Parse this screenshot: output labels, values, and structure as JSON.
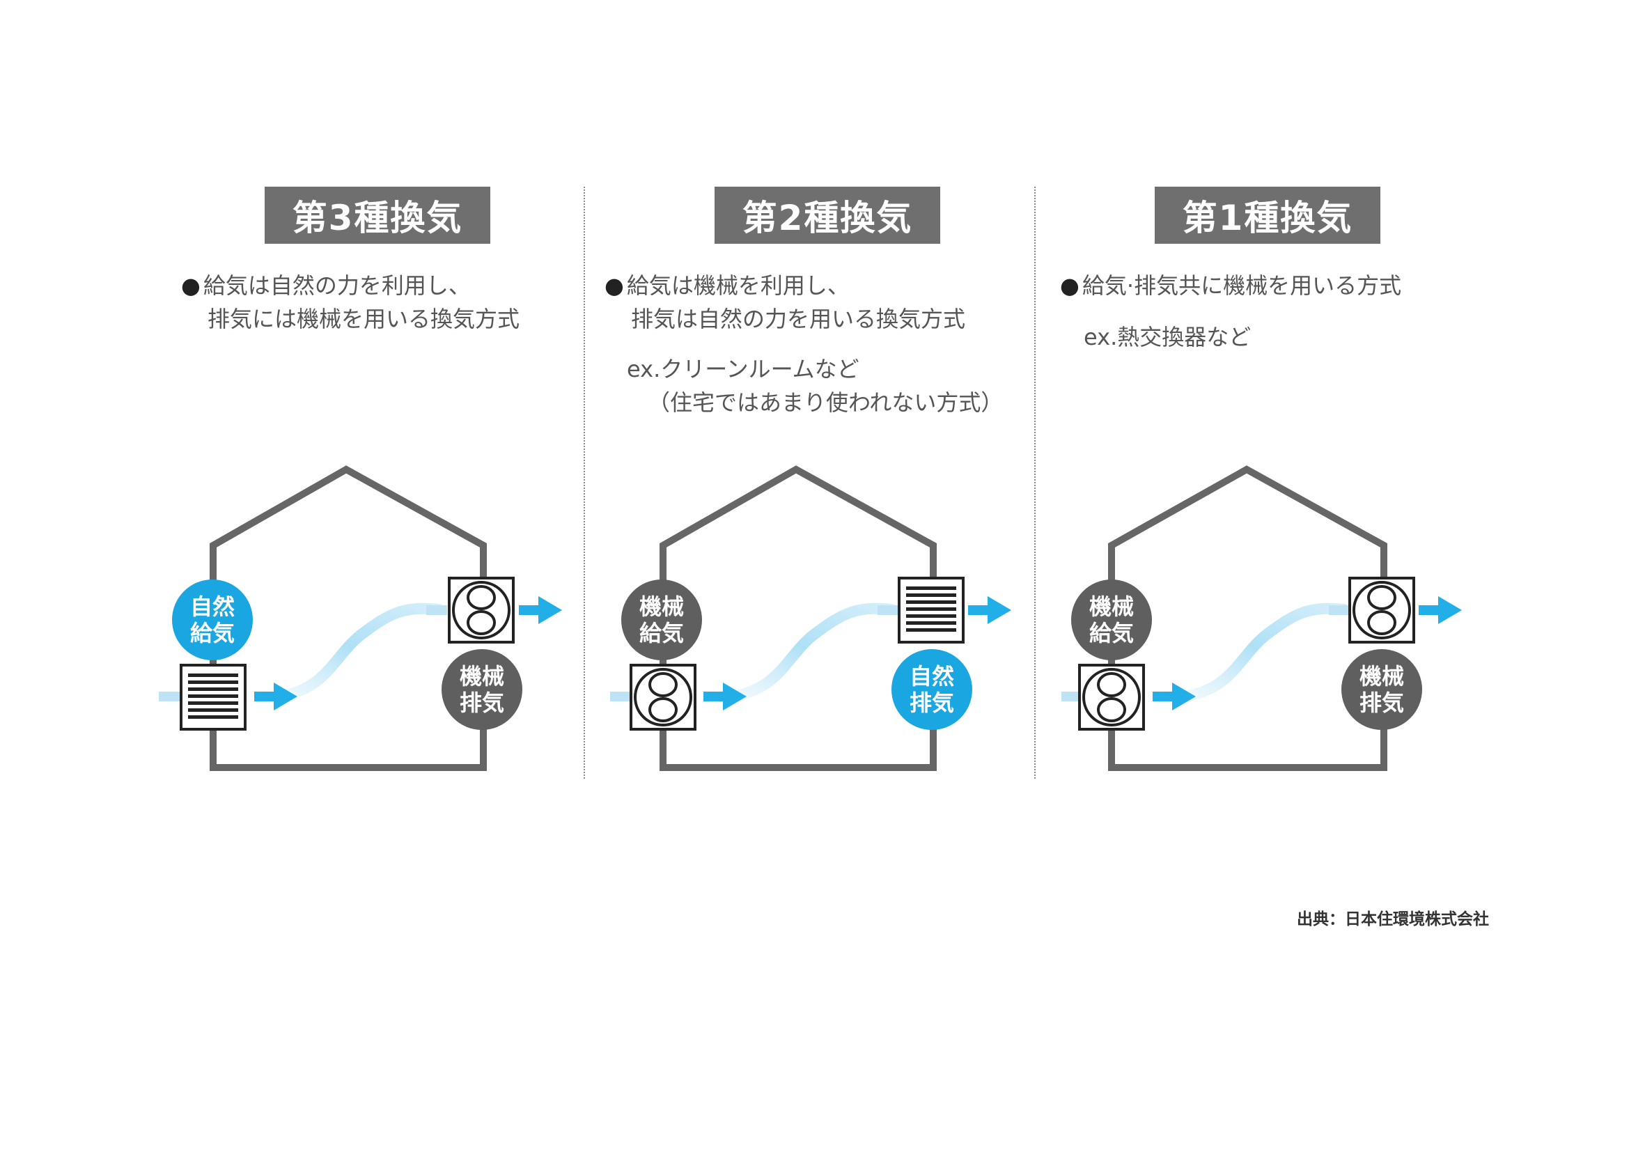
{
  "panels": [
    {
      "title": "第3種換気",
      "bullet": "●",
      "desc_line1": "給気は自然の力を利用し、",
      "desc_line2": "排気には機械を用いる換気方式",
      "example_line1": "",
      "example_line2": "",
      "inlet_label_1": "自然",
      "inlet_label_2": "給気",
      "outlet_label_1": "機械",
      "outlet_label_2": "排気"
    },
    {
      "title": "第2種換気",
      "bullet": "●",
      "desc_line1": "給気は機械を利用し、",
      "desc_line2": "排気は自然の力を用いる換気方式",
      "example_line1": "ex.クリーンルームなど",
      "example_line2": "（住宅ではあまり使われない方式）",
      "inlet_label_1": "機械",
      "inlet_label_2": "給気",
      "outlet_label_1": "自然",
      "outlet_label_2": "排気"
    },
    {
      "title": "第1種換気",
      "bullet": "●",
      "desc_line1": "給気·排気共に機械を用いる方式",
      "desc_line2": "",
      "example_line1": "ex.熱交換器など",
      "example_line2": "",
      "inlet_label_1": "機械",
      "inlet_label_2": "給気",
      "outlet_label_1": "機械",
      "outlet_label_2": "排気"
    }
  ],
  "source": "出典：日本住環境株式会社",
  "colors": {
    "natural": "#1aa6e0",
    "mechanical": "#5f5f5f",
    "house_outline": "#666666",
    "title_bg": "#6f6f6f",
    "arrow": "#22aee6",
    "airflow": "#bde3f5"
  },
  "icons": [
    "grille-vent-icon",
    "fan-vent-icon",
    "arrow-right-icon"
  ]
}
